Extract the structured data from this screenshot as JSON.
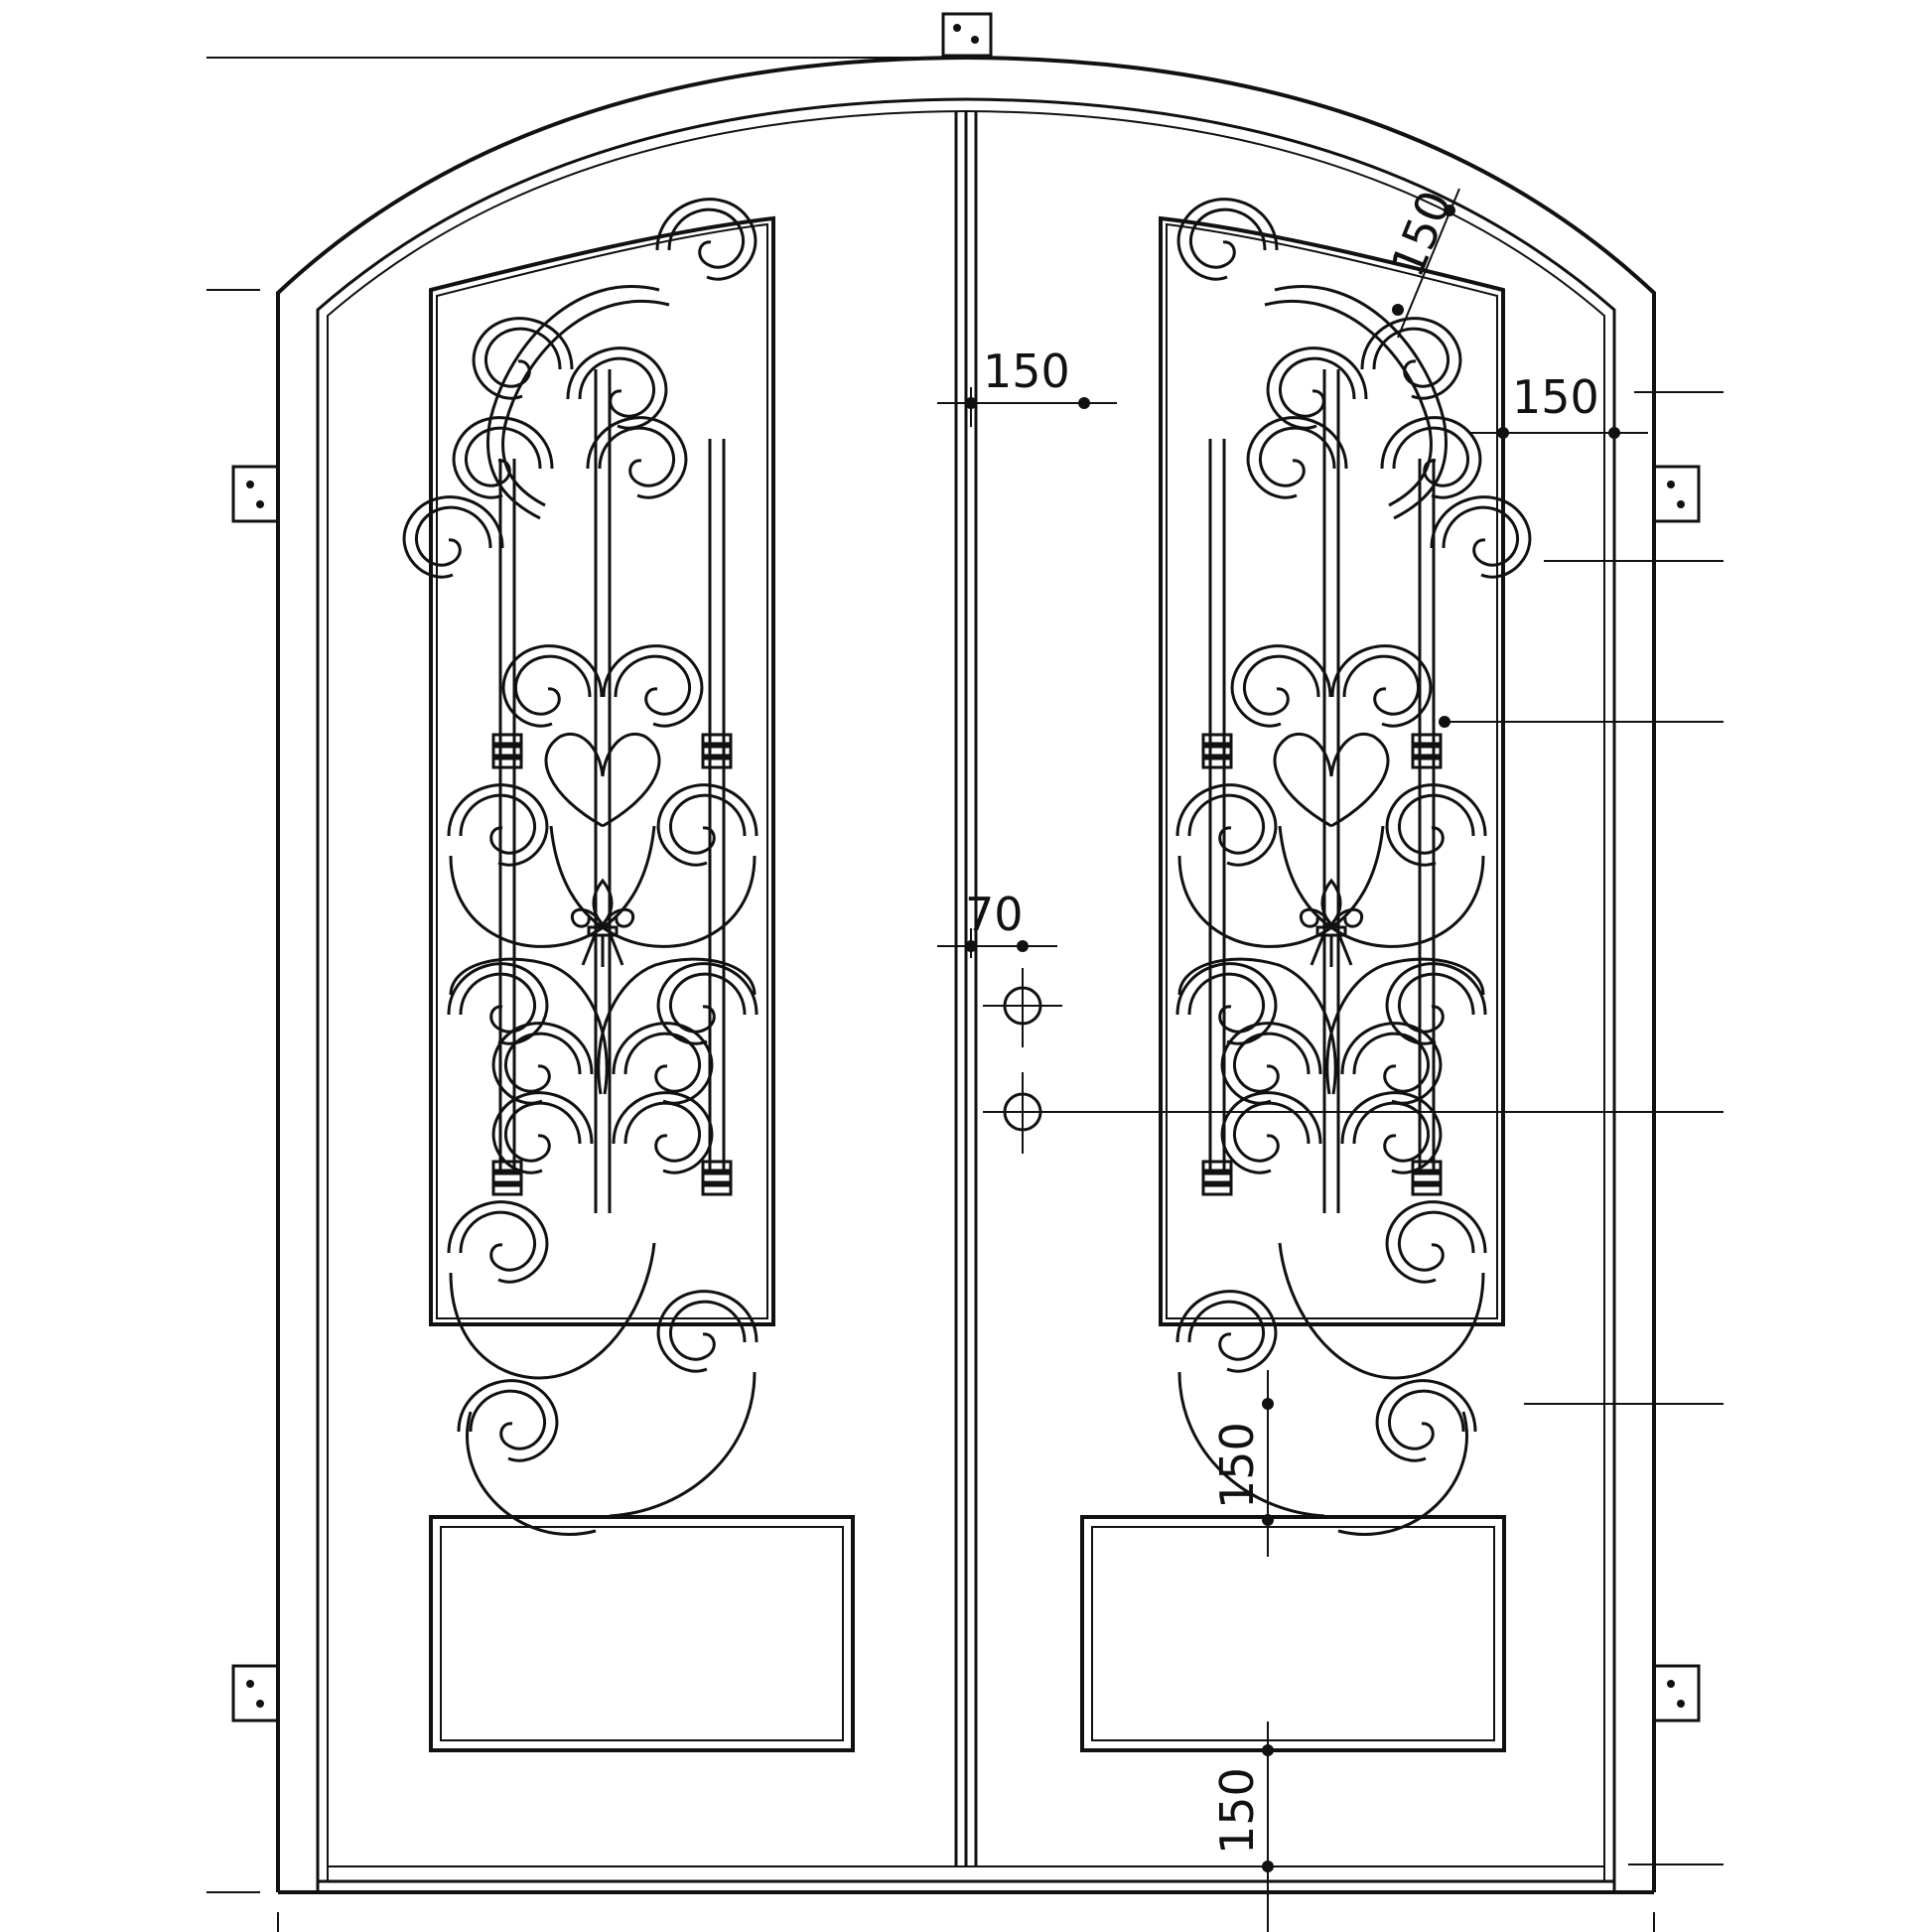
{
  "drawing": {
    "stroke_color": "#111111",
    "background": "#ffffff",
    "dimensions": {
      "gap_top_arch": "150",
      "gap_center_stile": "150",
      "gap_right_stile": "150",
      "gap_lock": "70",
      "gap_glass_to_panel": "150",
      "gap_panel_to_bottom": "150"
    }
  }
}
